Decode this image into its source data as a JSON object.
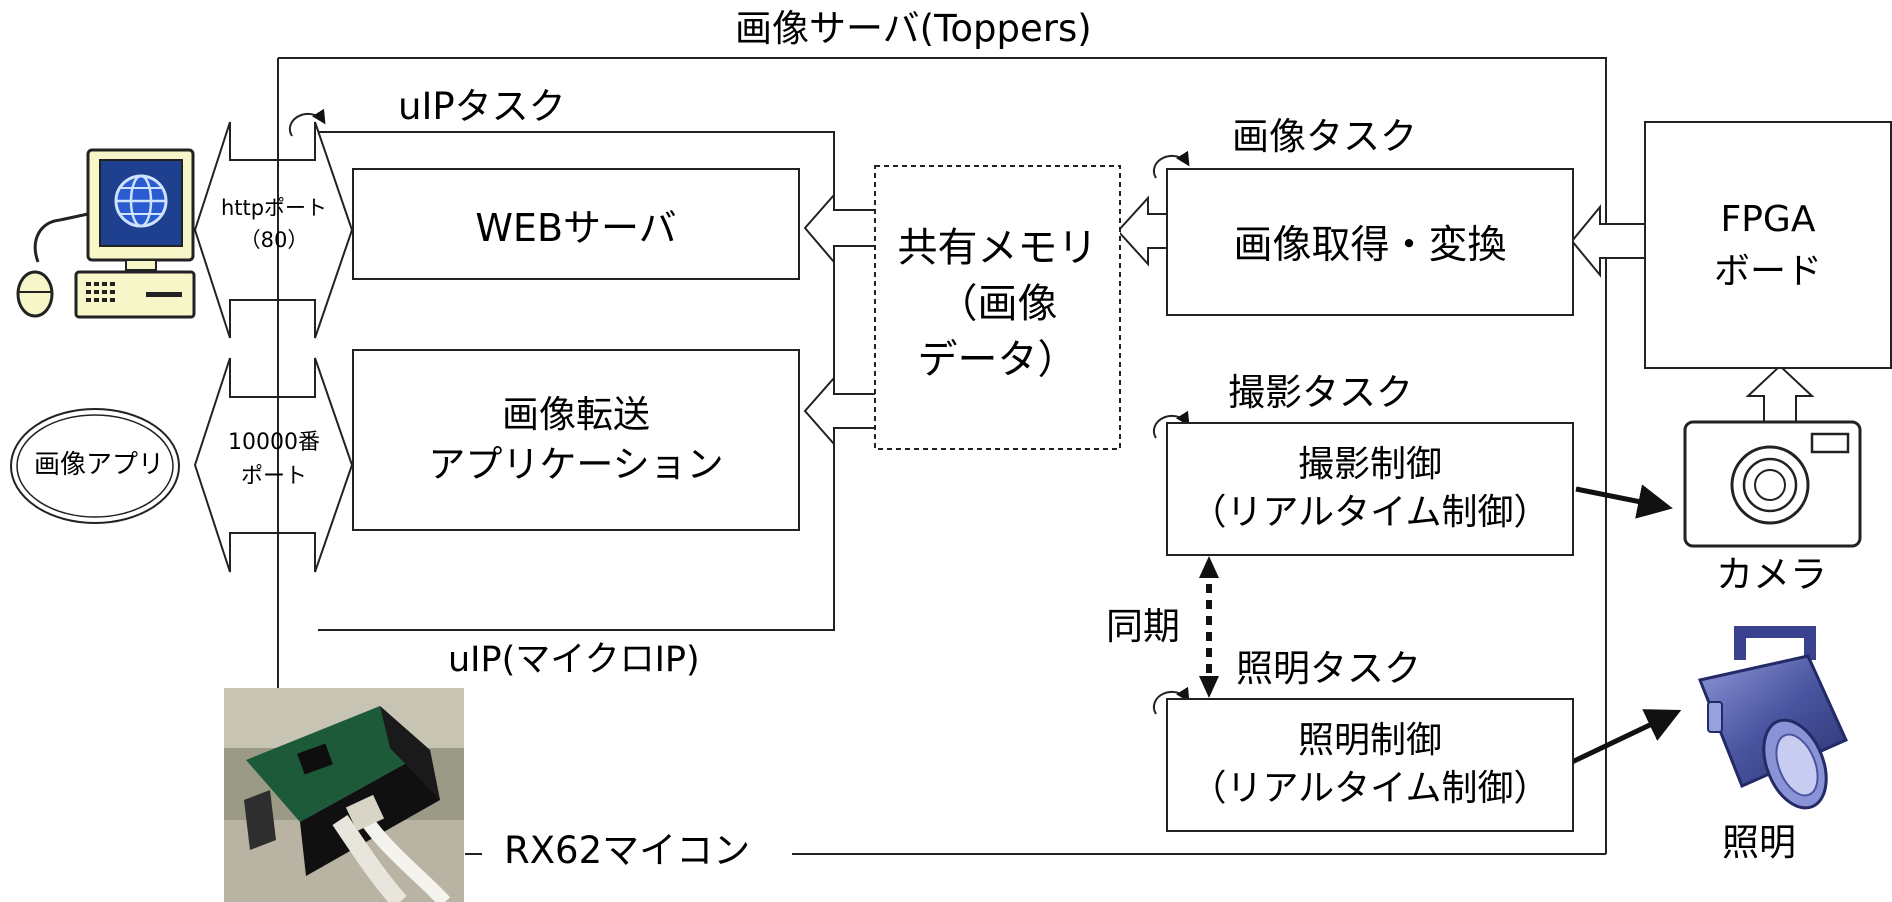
{
  "diagram": {
    "server_title": "画像サーバ(Toppers)",
    "uip_task_label": "uIPタスク",
    "uip_stack_label": "uIP(マイクロIP)",
    "web_server": "WEBサーバ",
    "image_transfer": {
      "line1": "画像転送",
      "line2": "アプリケーション"
    },
    "shared_memory": {
      "line1": "共有メモリ",
      "line2": "（画像",
      "line3": "データ）"
    },
    "image_task_label": "画像タスク",
    "image_capture": "画像取得・変換",
    "shoot_task_label": "撮影タスク",
    "shoot_control": {
      "line1": "撮影制御",
      "line2": "（リアルタイム制御）"
    },
    "light_task_label": "照明タスク",
    "light_control": {
      "line1": "照明制御",
      "line2": "（リアルタイム制御）"
    },
    "sync_label": "同期",
    "fpga_board": {
      "line1": "FPGA",
      "line2": "ボード"
    },
    "camera_label": "カメラ",
    "light_label": "照明",
    "http_port": {
      "line1": "httpポート",
      "line2": "（80）"
    },
    "app_port": {
      "line1": "10000番",
      "line2": "ポート"
    },
    "image_app": "画像アプリ",
    "rx62_label": "RX62マイコン"
  },
  "colors": {
    "line": "#222222",
    "monitor_screen": "#1f3f8f",
    "monitor_body": "#f6f6c8",
    "spotlight": "#4a55a0",
    "photo_bg": "#9a9a86"
  },
  "icons": [
    "computer-icon",
    "camera-icon",
    "spotlight-icon",
    "board-photo",
    "self-loop-icon"
  ]
}
